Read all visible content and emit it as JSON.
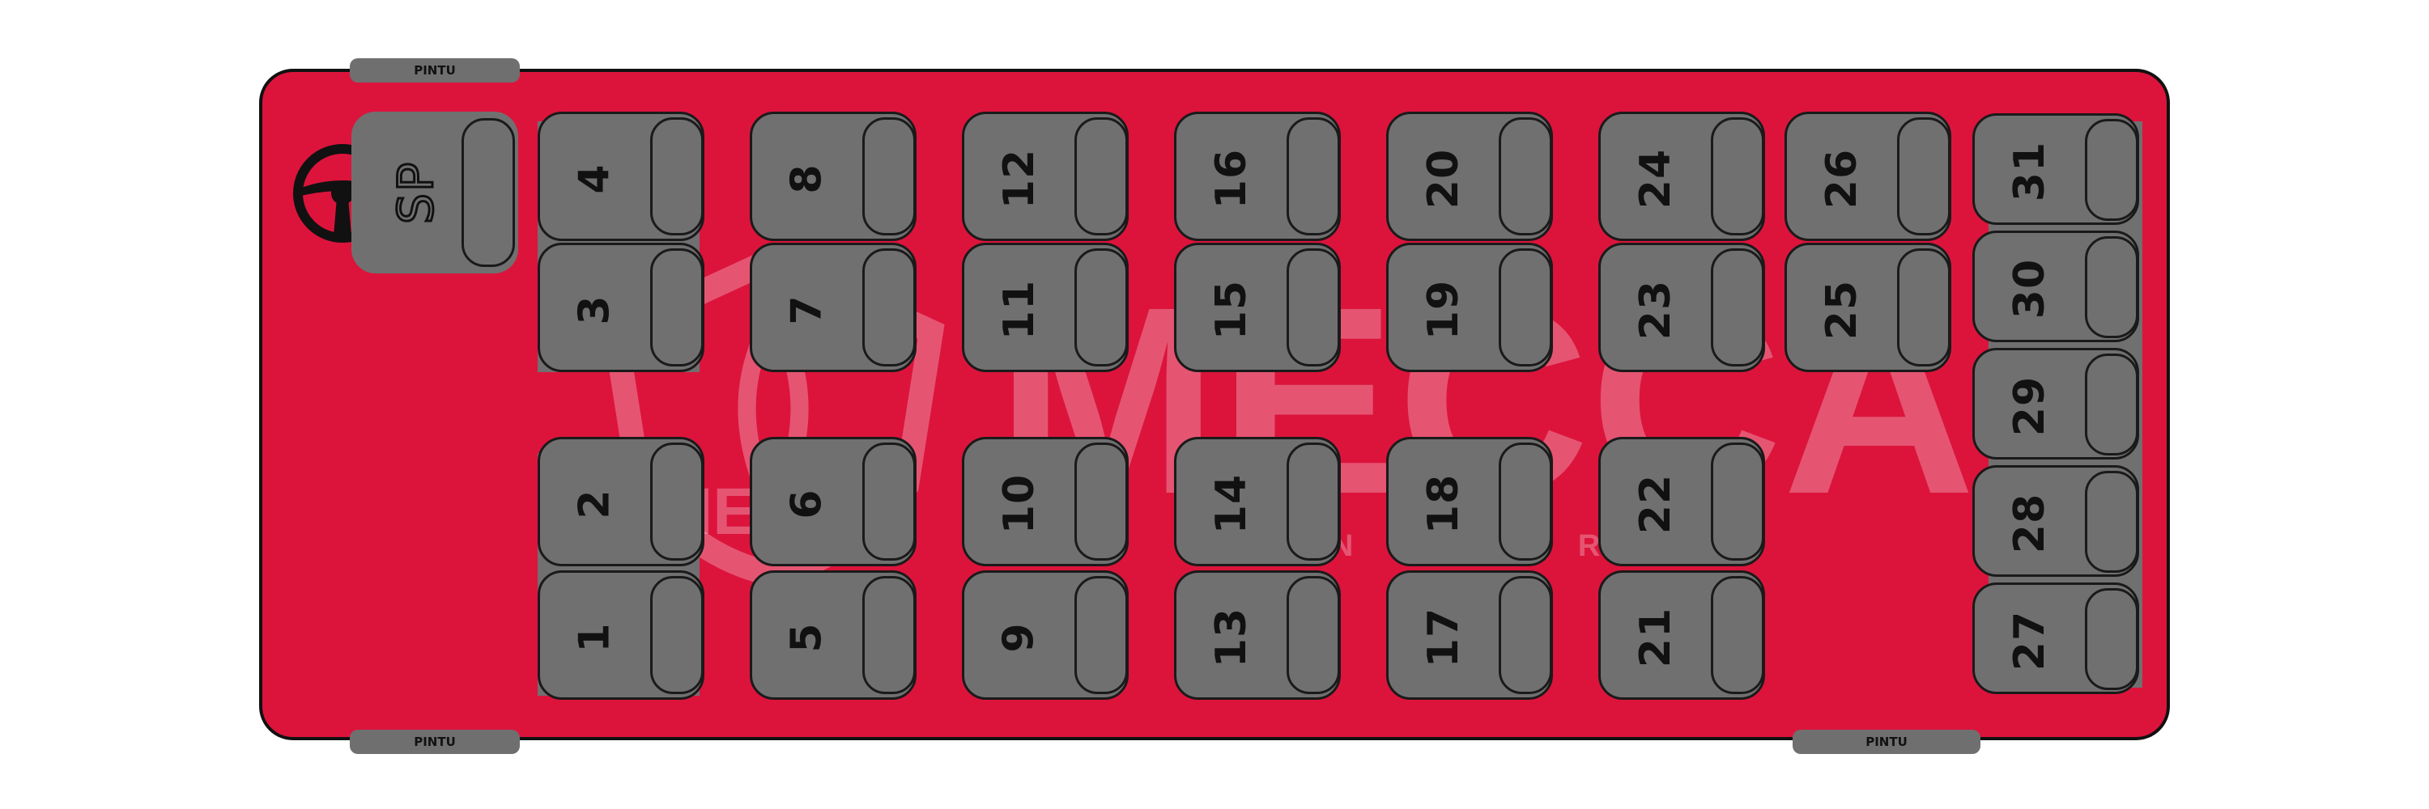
{
  "doors": {
    "front_top": "PINTU",
    "front_bottom": "PINTU",
    "rear_bottom": "PINTU"
  },
  "driver": {
    "label": "SP",
    "icon": "steering-wheel-icon"
  },
  "watermark": {
    "brand": "MECCA",
    "small": "MECCA",
    "sub": "R E N T C A R"
  },
  "colors": {
    "bus": "#dc143c",
    "seat": "#707070",
    "outline": "#1a1a1a",
    "door": "#6f6f6f"
  },
  "seats": [
    {
      "num": "1"
    },
    {
      "num": "2"
    },
    {
      "num": "3"
    },
    {
      "num": "4"
    },
    {
      "num": "5"
    },
    {
      "num": "6"
    },
    {
      "num": "7"
    },
    {
      "num": "8"
    },
    {
      "num": "9"
    },
    {
      "num": "10"
    },
    {
      "num": "11"
    },
    {
      "num": "12"
    },
    {
      "num": "13"
    },
    {
      "num": "14"
    },
    {
      "num": "15"
    },
    {
      "num": "16"
    },
    {
      "num": "17"
    },
    {
      "num": "18"
    },
    {
      "num": "19"
    },
    {
      "num": "20"
    },
    {
      "num": "21"
    },
    {
      "num": "22"
    },
    {
      "num": "23"
    },
    {
      "num": "24"
    },
    {
      "num": "25"
    },
    {
      "num": "26"
    },
    {
      "num": "27"
    },
    {
      "num": "28"
    },
    {
      "num": "29"
    },
    {
      "num": "30"
    },
    {
      "num": "31"
    }
  ]
}
